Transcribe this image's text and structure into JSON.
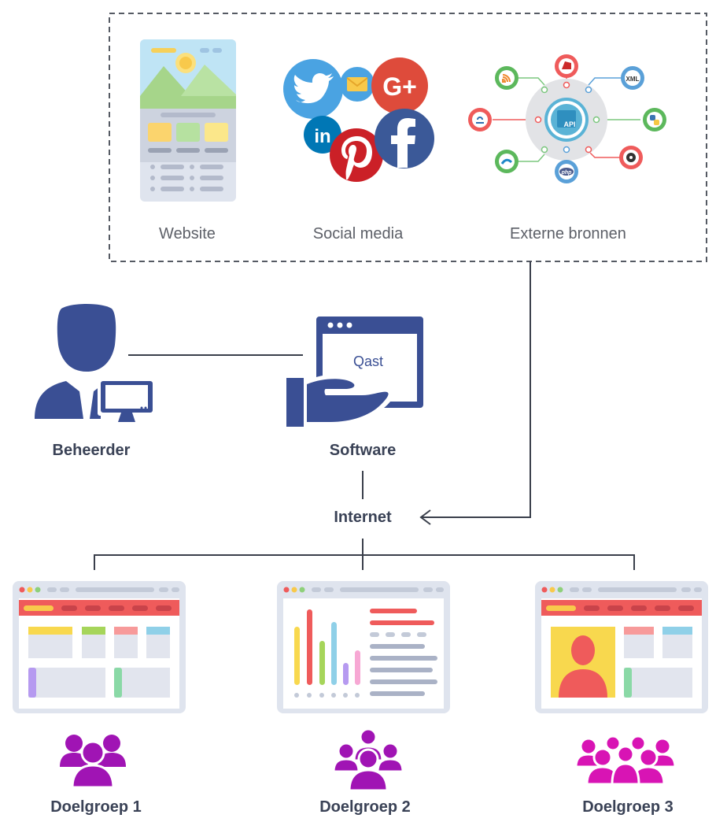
{
  "sources": {
    "website_label": "Website",
    "social_label": "Social media",
    "external_label": "Externe bronnen",
    "api_badge": "API",
    "xml_badge": "XML",
    "php_badge": "php"
  },
  "nodes": {
    "admin_label": "Beheerder",
    "software_label": "Software",
    "software_window_text": "Qast",
    "internet_label": "Internet"
  },
  "groups": [
    {
      "label": "Doelgroep 1"
    },
    {
      "label": "Doelgroep 2"
    },
    {
      "label": "Doelgroep 3"
    }
  ],
  "colors": {
    "navy": "#3a4f94",
    "text_dark": "#3a4256",
    "purple_group": "#a014b4",
    "magenta_group": "#d814b4",
    "red_bar": "#ef5b5b",
    "twitter": "#4aa3e2",
    "google": "#de4b3b",
    "facebook": "#3b5998",
    "pinterest": "#cb2027",
    "linkedin": "#0077b5"
  }
}
